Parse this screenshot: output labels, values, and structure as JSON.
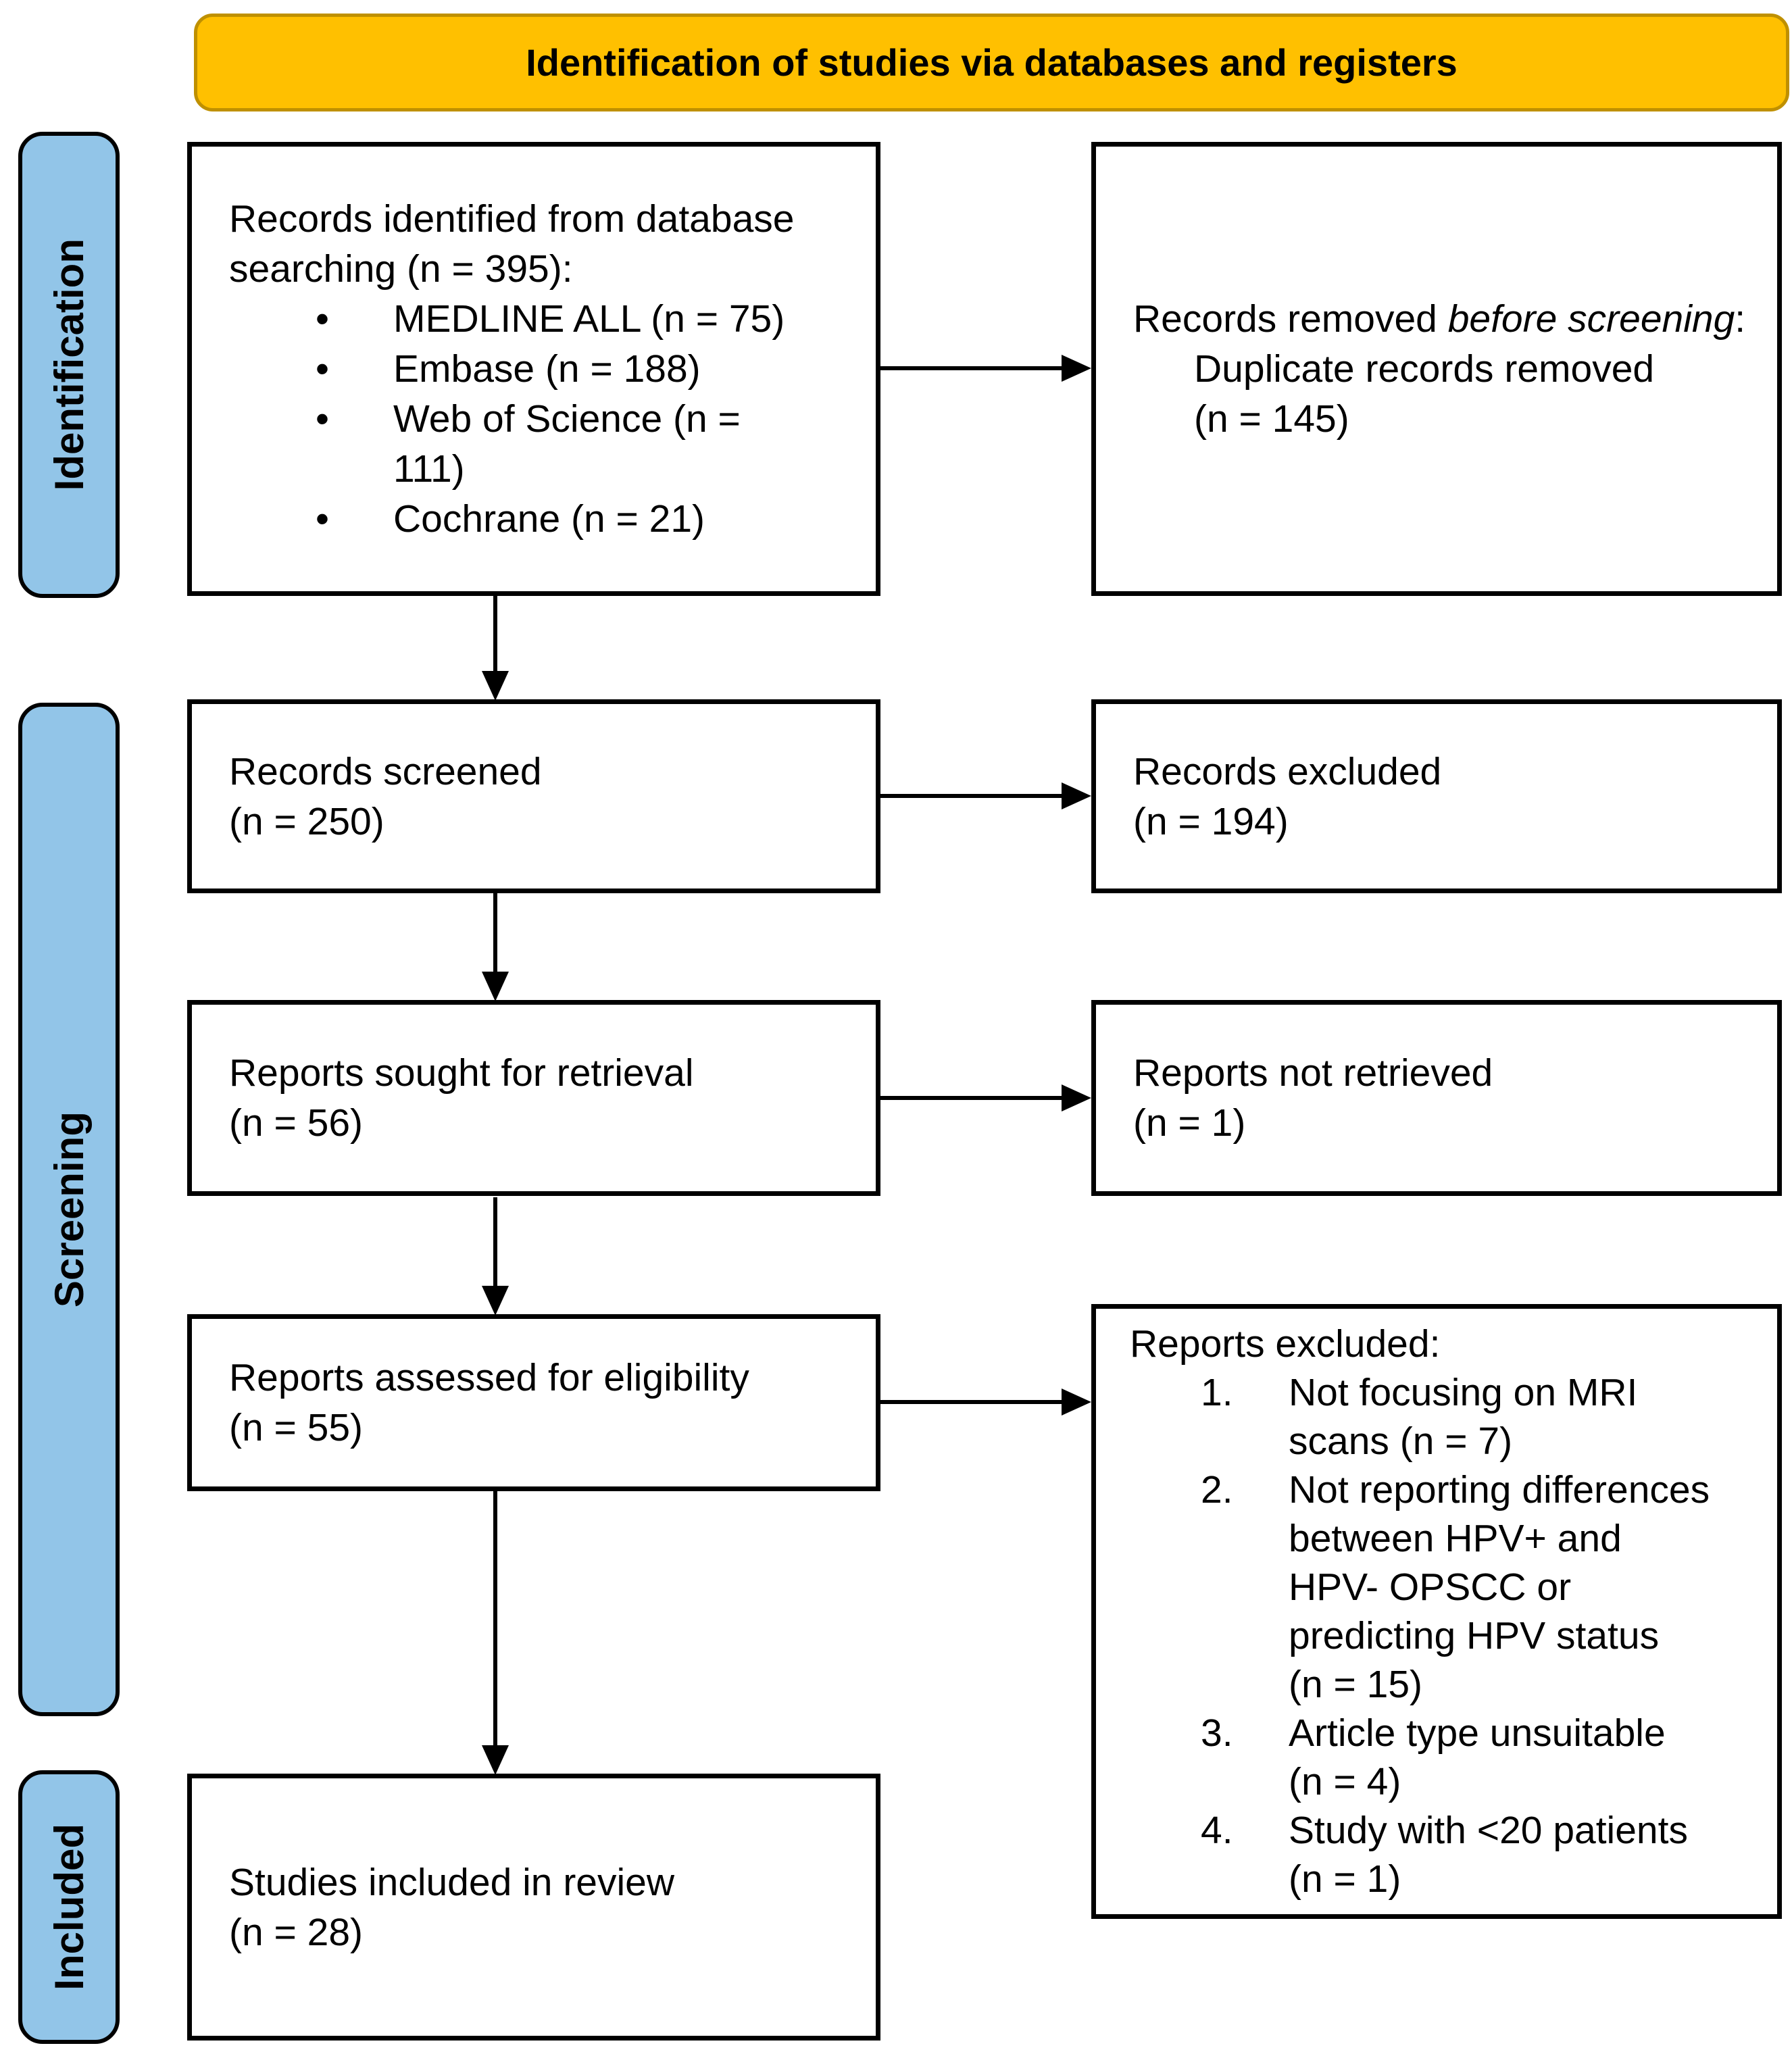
{
  "banner": {
    "title": "Identification of studies via databases and registers"
  },
  "stages": [
    {
      "label": "Identification"
    },
    {
      "label": "Screening"
    },
    {
      "label": "Included"
    }
  ],
  "boxes": {
    "records_identified": {
      "intro": "Records identified from database\nsearching (n = 395):",
      "bullets": [
        "MEDLINE ALL (n = 75)",
        "Embase (n = 188)",
        "Web of Science (n =\n111)",
        "Cochrane (n = 21)"
      ]
    },
    "records_removed": {
      "prefix": "Records removed ",
      "italic": "before screening",
      "suffix": ":",
      "detail": "Duplicate records removed\n(n = 145)"
    },
    "records_screened": {
      "text": "Records screened\n(n = 250)"
    },
    "records_excluded": {
      "text": "Records excluded\n(n = 194)"
    },
    "reports_sought": {
      "text": "Reports sought for retrieval\n(n = 56)"
    },
    "reports_not_retrieved": {
      "text": "Reports not retrieved\n(n = 1)"
    },
    "reports_assessed": {
      "text": "Reports assessed for eligibility\n(n = 55)"
    },
    "reports_excluded": {
      "heading": "Reports excluded:",
      "items": [
        "Not focusing on MRI\nscans (n = 7)",
        "Not reporting differences\nbetween HPV+ and\nHPV- OPSCC or\npredicting HPV status\n(n = 15)",
        "Article type unsuitable\n(n = 4)",
        "Study with <20 patients\n(n = 1)"
      ]
    },
    "studies_included": {
      "text": "Studies included in review\n(n = 28)"
    }
  },
  "colors": {
    "banner_fill": "#FFC000",
    "banner_border": "#BF9000",
    "stage_fill": "#92C5E8",
    "stage_border": "#000000",
    "box_border": "#000000",
    "arrow": "#000000"
  }
}
